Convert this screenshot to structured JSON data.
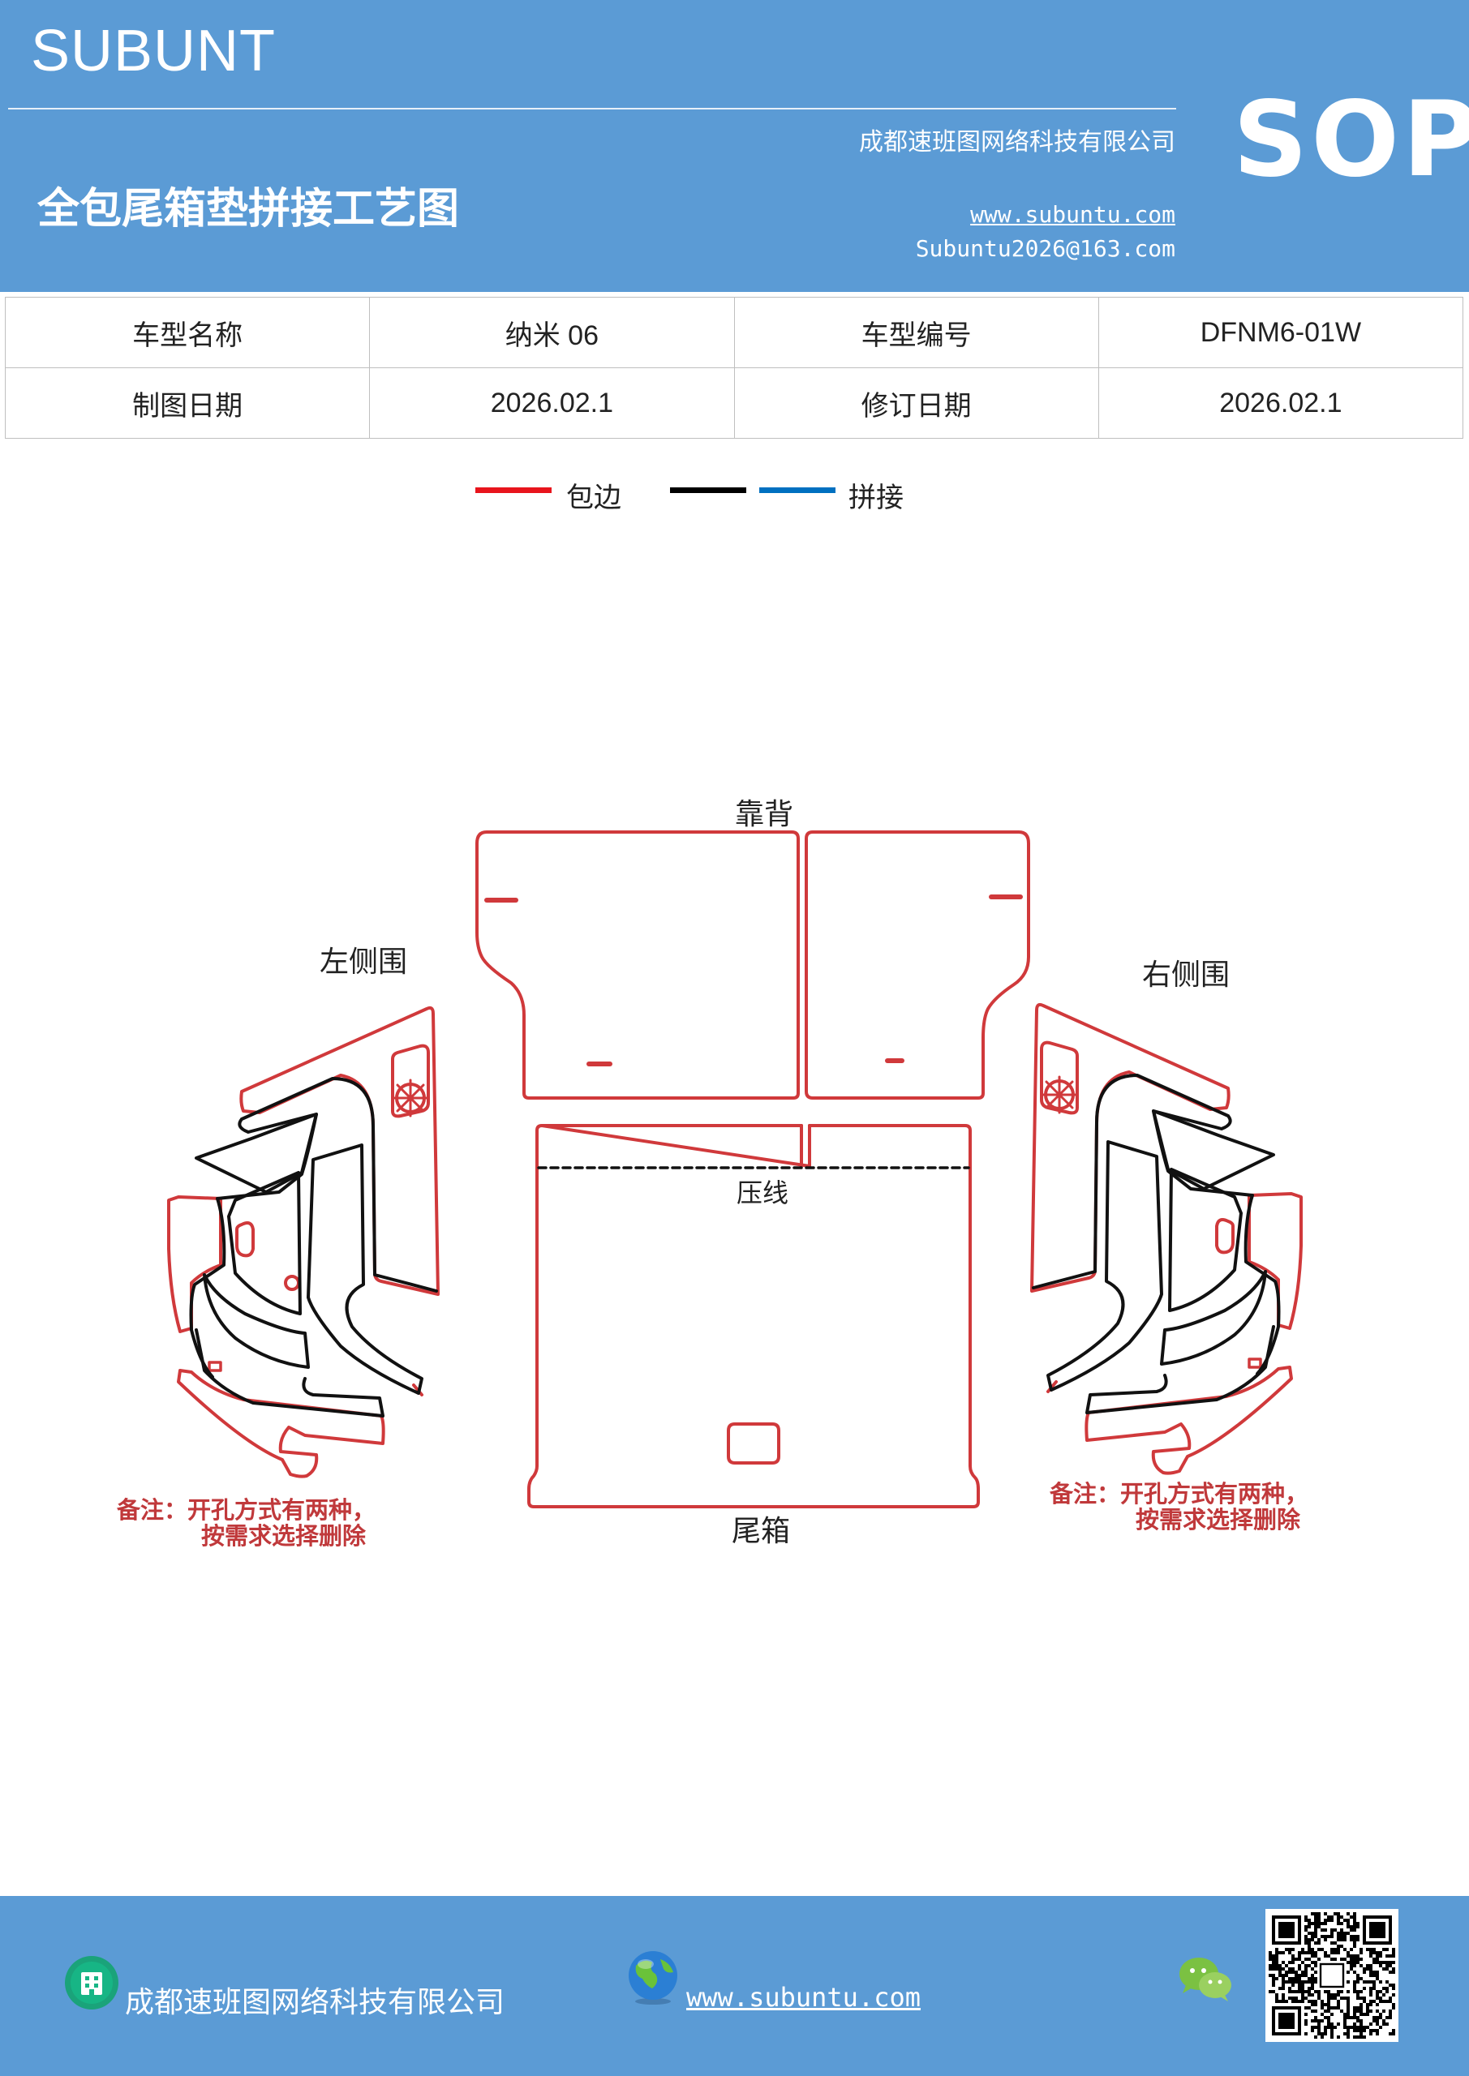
{
  "header": {
    "brand": "SUBUNT",
    "company": "成都速班图网络科技有限公司",
    "title": "全包尾箱垫拼接工艺图",
    "website": "www.subuntu.com",
    "email": "Subuntu2026@163.com",
    "badge": "SOP"
  },
  "info_table": {
    "rows": [
      {
        "label1": "车型名称",
        "value1": "纳米 06",
        "label2": "车型编号",
        "value2": "DFNM6-01W"
      },
      {
        "label1": "制图日期",
        "value1": "2026.02.1",
        "label2": "修订日期",
        "value2": "2026.02.1"
      }
    ]
  },
  "legend": {
    "items": [
      {
        "label": "包边",
        "color": "#e8141c"
      },
      {
        "label": "",
        "color": "#000000"
      },
      {
        "label": "拼接",
        "color": "#0070c0"
      }
    ]
  },
  "diagram": {
    "outline_color": "#d0393b",
    "seam_color": "#111111",
    "labels": {
      "backrest": "靠背",
      "left_side": "左侧围",
      "right_side": "右侧围",
      "crease": "压线",
      "trunk": "尾箱"
    },
    "notes": {
      "left_line1": "备注：开孔方式有两种，",
      "left_line2": "按需求选择删除",
      "right_line1": "备注：开孔方式有两种，",
      "right_line2": "按需求选择删除"
    }
  },
  "footer": {
    "company": "成都速班图网络科技有限公司",
    "website": "www.subuntu.com",
    "icons": [
      "building-icon",
      "globe-icon",
      "wechat-icon",
      "qr-code"
    ]
  }
}
